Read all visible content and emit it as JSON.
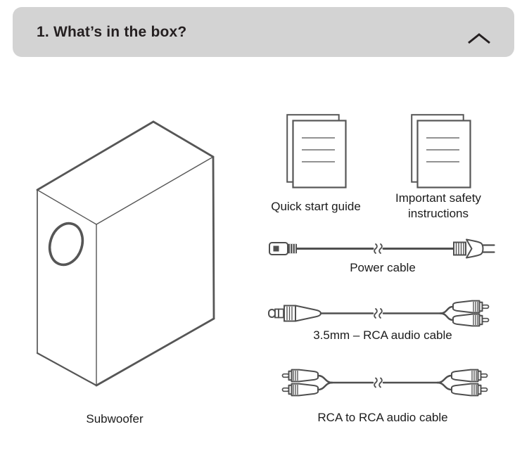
{
  "header": {
    "title": "1. What’s in the box?",
    "collapse_icon": "chevron-up"
  },
  "contents": {
    "subwoofer": {
      "label": "Subwoofer",
      "illustration": "subwoofer-line-drawing"
    },
    "quick_start_guide": {
      "label": "Quick start guide",
      "illustration": "document-stack-icon"
    },
    "safety_instructions": {
      "label": "Important safety instructions",
      "illustration": "document-stack-icon"
    },
    "power_cable": {
      "label": "Power cable",
      "illustration": "power-cable-line-drawing"
    },
    "aux_rca_cable": {
      "label": "3.5mm – RCA audio cable",
      "illustration": "3.5mm-to-rca-cable-line-drawing"
    },
    "rca_rca_cable": {
      "label": "RCA to RCA audio cable",
      "illustration": "rca-to-rca-cable-line-drawing"
    }
  },
  "colors": {
    "header_bg": "#d3d3d3",
    "header_text": "#241f20",
    "caption_text": "#1c1c1c",
    "line_art": "#4f4f4f"
  }
}
